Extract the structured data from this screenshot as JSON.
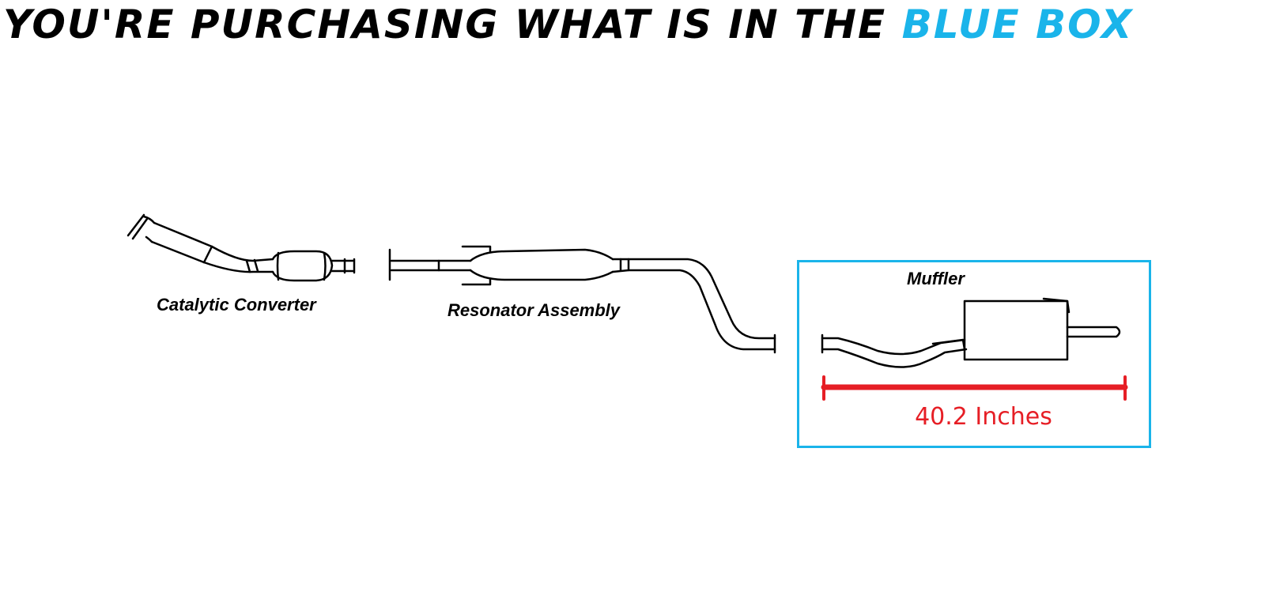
{
  "headline": {
    "text": "YOU'RE PURCHASING WHAT IS IN THE",
    "accent_text": "BLUE BOX",
    "accent_color": "#1ab4ea"
  },
  "parts": {
    "catalytic_converter": "Catalytic Converter",
    "resonator_assembly": "Resonator Assembly",
    "muffler": "Muffler"
  },
  "selection_box": {
    "border_color": "#1ab4ea"
  },
  "measurement": {
    "label": "40.2 Inches",
    "color": "#e61e25"
  }
}
